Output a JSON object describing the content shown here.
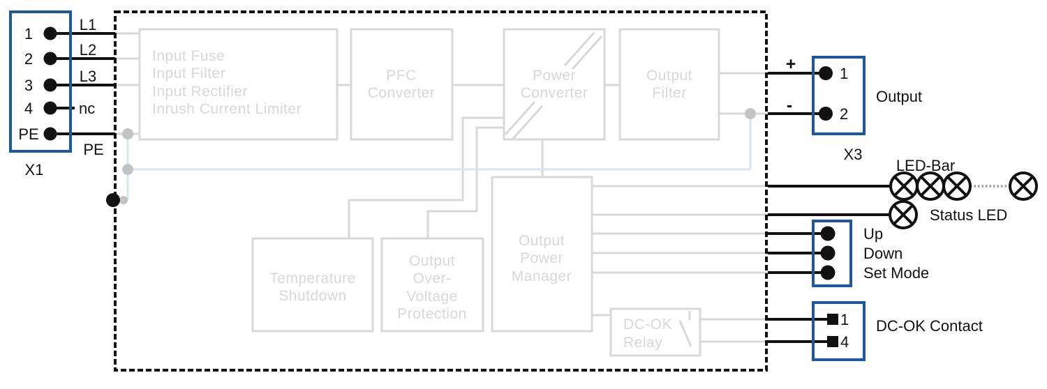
{
  "colors": {
    "ink": "#111111",
    "gray": "#d8d8d8",
    "lightblue": "#d9e5f2",
    "dotgray": "#c3c3c3",
    "midgray": "#9b9b9b",
    "blue": "#1b57a3",
    "paper": "#ffffff"
  },
  "x1": {
    "name": "X1",
    "pins": [
      {
        "num": "1",
        "wire": "L1"
      },
      {
        "num": "2",
        "wire": "L2"
      },
      {
        "num": "3",
        "wire": "L3"
      },
      {
        "num": "4",
        "wire": "nc"
      },
      {
        "num": "PE",
        "wire": "PE"
      }
    ]
  },
  "blocks": {
    "input": {
      "lines": [
        "Input Fuse",
        "Input Filter",
        "Input Rectifier",
        "Inrush Current Limiter"
      ]
    },
    "pfc": {
      "lines": [
        "PFC",
        "Converter"
      ]
    },
    "power": {
      "lines": [
        "Power",
        "Converter"
      ]
    },
    "output_filter": {
      "lines": [
        "Output",
        "Filter"
      ]
    },
    "temp": {
      "lines": [
        "Temperature",
        "Shutdown"
      ]
    },
    "ovp": {
      "lines": [
        "Output",
        "Over-",
        "Voltage",
        "Protection"
      ]
    },
    "opm": {
      "lines": [
        "Output",
        "Power",
        "Manager"
      ]
    },
    "dcok_relay": {
      "lines": [
        "DC-OK",
        "Relay"
      ]
    }
  },
  "x3": {
    "name": "X3",
    "title": "Output",
    "plus": "+",
    "minus": "-",
    "pins": [
      {
        "num": "1"
      },
      {
        "num": "2"
      }
    ]
  },
  "indicators": {
    "led_bar": "LED-Bar",
    "status_led": "Status LED"
  },
  "controls": {
    "up": "Up",
    "down": "Down",
    "set_mode": "Set Mode"
  },
  "dc_ok": {
    "title": "DC-OK Contact",
    "pin_top": "1",
    "pin_bottom": "4"
  }
}
